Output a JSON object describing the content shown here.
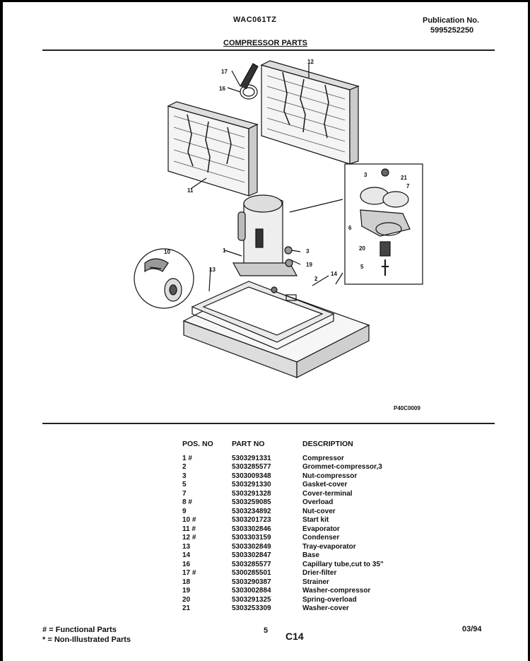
{
  "header": {
    "model": "WAC061TZ",
    "publication_label": "Publication No.",
    "publication_number": "5995252250",
    "section_title": "COMPRESSOR PARTS"
  },
  "diagram": {
    "callouts": [
      "17",
      "16",
      "12",
      "11",
      "3",
      "21",
      "7",
      "6",
      "10",
      "1",
      "3",
      "19",
      "13",
      "2",
      "14",
      "20",
      "5"
    ],
    "drawing_code": "P40C0009"
  },
  "table": {
    "headers": {
      "pos": "POS. NO",
      "part": "PART NO",
      "desc": "DESCRIPTION"
    },
    "rows": [
      {
        "pos": "1 #",
        "part": "5303291331",
        "desc": "Compressor"
      },
      {
        "pos": "2",
        "part": "5303285577",
        "desc": "Grommet-compressor,3"
      },
      {
        "pos": "3",
        "part": "5303009348",
        "desc": "Nut-compressor"
      },
      {
        "pos": "5",
        "part": "5303291330",
        "desc": "Gasket-cover"
      },
      {
        "pos": "7",
        "part": "5303291328",
        "desc": "Cover-terminal"
      },
      {
        "pos": "8 #",
        "part": "5303259085",
        "desc": "Overload"
      },
      {
        "pos": "9",
        "part": "5303234892",
        "desc": "Nut-cover"
      },
      {
        "pos": "10 #",
        "part": "5303201723",
        "desc": "Start kit"
      },
      {
        "pos": "11 #",
        "part": "5303302846",
        "desc": "Evaporator"
      },
      {
        "pos": "12 #",
        "part": "5303303159",
        "desc": "Condenser"
      },
      {
        "pos": "13",
        "part": "5303302849",
        "desc": "Tray-evaporator"
      },
      {
        "pos": "14",
        "part": "5303302847",
        "desc": "Base"
      },
      {
        "pos": "16",
        "part": "5303285577",
        "desc": "Capillary tube,cut to 35\""
      },
      {
        "pos": "17 #",
        "part": "5300285501",
        "desc": "Drier-filter"
      },
      {
        "pos": "18",
        "part": "5303290387",
        "desc": "Strainer"
      },
      {
        "pos": "19",
        "part": "5303002884",
        "desc": "Washer-compressor"
      },
      {
        "pos": "20",
        "part": "5303291325",
        "desc": "Spring-overload"
      },
      {
        "pos": "21",
        "part": "5303253309",
        "desc": "Washer-cover"
      }
    ]
  },
  "footer": {
    "legend_functional": "# = Functional Parts",
    "legend_non_illustrated": "* = Non-Illustrated Parts",
    "page_number": "5",
    "page_code": "C14",
    "date": "03/94"
  }
}
